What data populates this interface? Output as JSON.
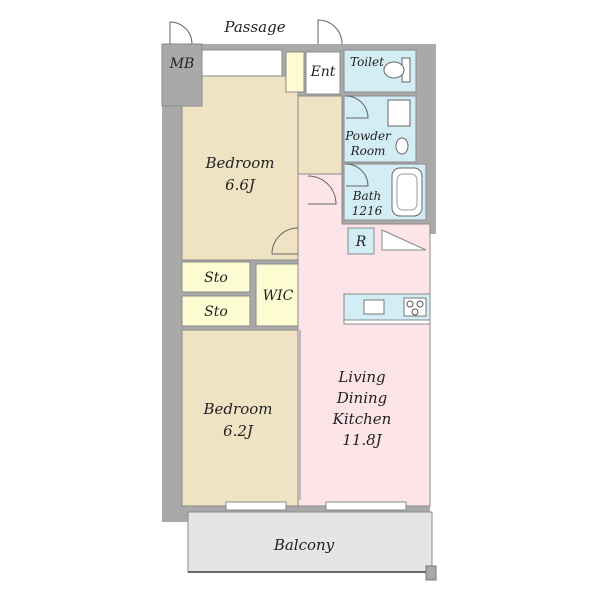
{
  "labels": {
    "passage": "Passage",
    "mb": "MB",
    "ent": "Ent",
    "toilet": "Toilet",
    "powder_line1": "Powder",
    "powder_line2": "Room",
    "bath_line1": "Bath",
    "bath_line2": "1216",
    "r": "R",
    "bedroom1_name": "Bedroom",
    "bedroom1_size": "6.6J",
    "sto1": "Sto",
    "sto2": "Sto",
    "wic": "WIC",
    "bedroom2_name": "Bedroom",
    "bedroom2_size": "6.2J",
    "ldk_line1": "Living",
    "ldk_line2": "Dining",
    "ldk_line3": "Kitchen",
    "ldk_size": "11.8J",
    "balcony": "Balcony"
  },
  "colors": {
    "wall": "#a9a9a9",
    "bedroom": "#efe3c4",
    "entrance": "#efe3c4",
    "ldk": "#fce4e8",
    "wet_area": "#d3edf5",
    "storage": "#fdfcd2",
    "balcony": "#e5e5e5"
  }
}
